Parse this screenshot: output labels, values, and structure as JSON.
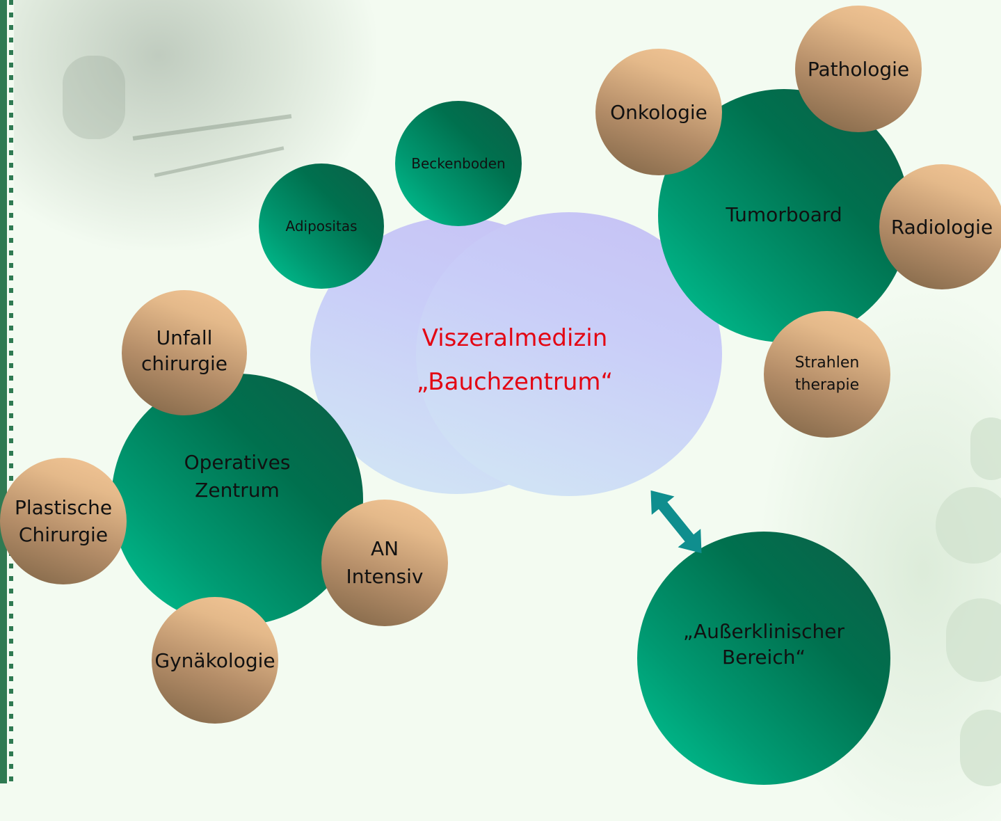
{
  "center": {
    "title": "Viszeralmedizin",
    "subtitle": "„Bauchzentrum“"
  },
  "groups": {
    "small": {
      "adipositas": "Adipositas",
      "beckenboden": "Beckenboden"
    },
    "tumorboard": {
      "label": "Tumorboard",
      "satellites": {
        "onkologie": "Onkologie",
        "pathologie": "Pathologie",
        "radiologie": "Radiologie",
        "strahlentherapie": "Strahlen\ntherapie"
      }
    },
    "operatives_zentrum": {
      "label": "Operatives\nZentrum",
      "satellites": {
        "unfallchirurgie": "Unfall\nchirurgie",
        "plastische_chirurgie": "Plastische\nChirurgie",
        "an_intensiv": "AN\nIntensiv",
        "gynaekologie": "Gynäkologie"
      }
    },
    "ausserklinisch": {
      "label": "„Außerklinischer\nBereich“"
    }
  },
  "colors": {
    "center_text": "#e30613",
    "green_dark": "#0d5f47",
    "green_light": "#00c896",
    "tan_light": "#f5c797",
    "tan_dark": "#7e6446",
    "cloud": "#c9cdf8",
    "arrow": "#0f8e8e"
  },
  "icons": {
    "connector": "double-headed-arrow-icon"
  }
}
